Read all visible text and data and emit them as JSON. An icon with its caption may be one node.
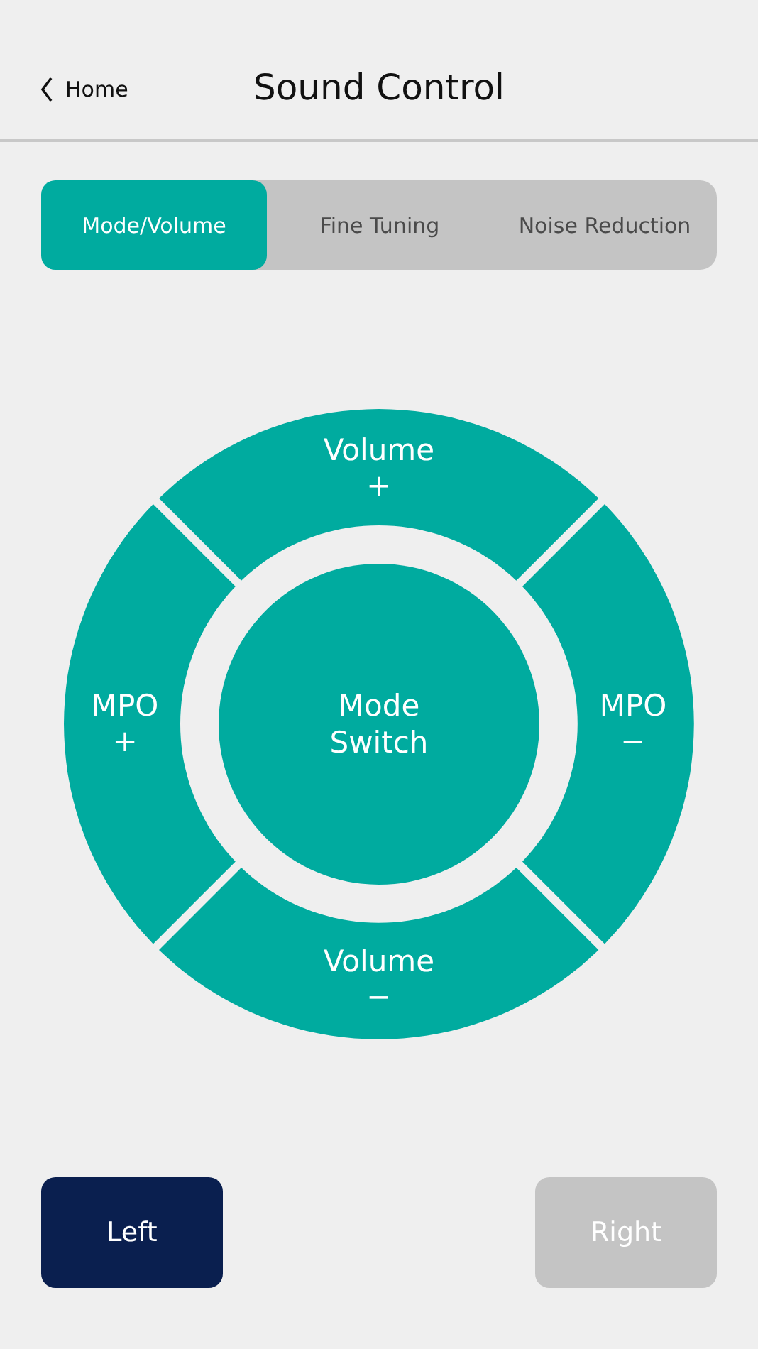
{
  "diagram": {
    "title": "Sound Control",
    "nodes": [
      {
        "text": [
          "Home"
        ]
      },
      {
        "text": [
          "Mode/Volume"
        ]
      },
      {
        "text": [
          "Fine Tuning"
        ]
      },
      {
        "text": [
          "Noise Reduction"
        ]
      },
      {
        "text": [
          "Volume",
          "+"
        ]
      },
      {
        "text": [
          "MPO",
          "+"
        ]
      },
      {
        "text": [
          "Mode Switch"
        ]
      },
      {
        "text": [
          "MPO",
          "−"
        ]
      },
      {
        "text": [
          "Volume",
          "−"
        ]
      },
      {
        "text": [
          "Left"
        ]
      },
      {
        "text": [
          "Right"
        ]
      }
    ]
  }
}
